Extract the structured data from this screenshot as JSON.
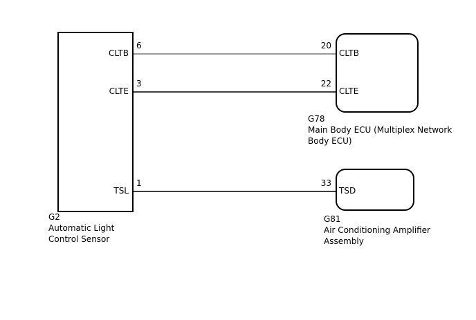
{
  "diagram": {
    "background_color": "#ffffff",
    "outline_color": "#000000",
    "wire_color_gray": "#999999",
    "wire_color_dark": "#3d3d3d"
  },
  "g2": {
    "code": "G2",
    "name_line1": "Automatic Light",
    "name_line2": "Control Sensor",
    "pins": {
      "cltb": {
        "label": "CLTB",
        "number": "6"
      },
      "clte": {
        "label": "CLTE",
        "number": "3"
      },
      "tsl": {
        "label": "TSL",
        "number": "1"
      }
    }
  },
  "g78": {
    "code": "G78",
    "name_line1": "Main Body ECU (Multiplex Network",
    "name_line2": "Body ECU)",
    "pins": {
      "cltb": {
        "label": "CLTB",
        "number": "20"
      },
      "clte": {
        "label": "CLTE",
        "number": "22"
      }
    }
  },
  "g81": {
    "code": "G81",
    "name_line1": "Air Conditioning Amplifier",
    "name_line2": "Assembly",
    "pins": {
      "tsd": {
        "label": "TSD",
        "number": "33"
      }
    }
  },
  "wires": [
    {
      "from_component": "G2",
      "from_pin": "6",
      "from_label": "CLTB",
      "to_component": "G78",
      "to_pin": "20",
      "to_label": "CLTB",
      "color": "#999999"
    },
    {
      "from_component": "G2",
      "from_pin": "3",
      "from_label": "CLTE",
      "to_component": "G78",
      "to_pin": "22",
      "to_label": "CLTE",
      "color": "#3d3d3d"
    },
    {
      "from_component": "G2",
      "from_pin": "1",
      "from_label": "TSL",
      "to_component": "G81",
      "to_pin": "33",
      "to_label": "TSD",
      "color": "#3d3d3d"
    }
  ]
}
